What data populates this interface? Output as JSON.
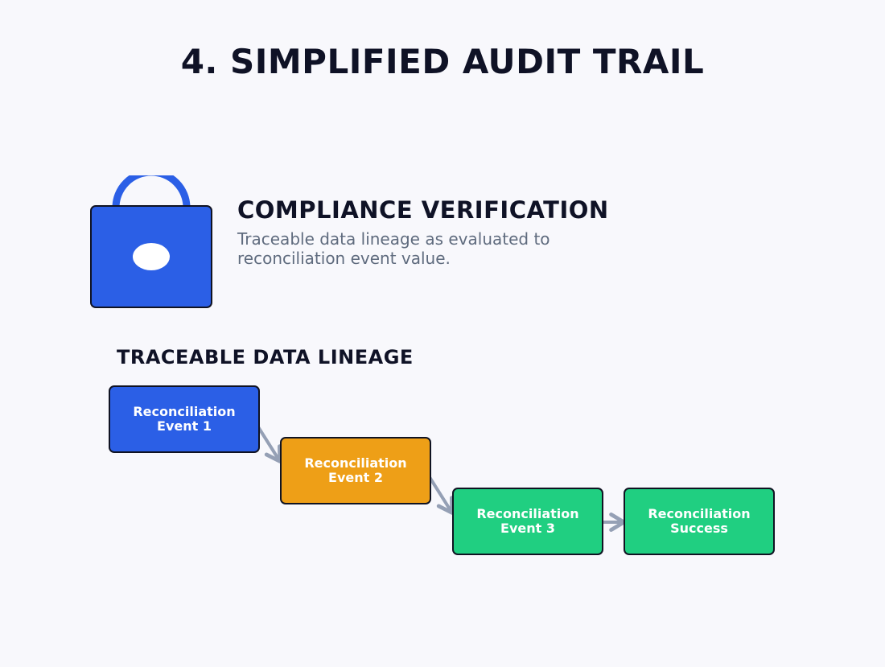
{
  "page": {
    "title": "4. SIMPLIFIED AUDIT TRAIL"
  },
  "compliance": {
    "icon": "lock-icon",
    "heading": "COMPLIANCE VERIFICATION",
    "description": "Traceable data lineage as evaluated to reconciliation event value."
  },
  "lineage": {
    "heading": "TRACEABLE DATA LINEAGE",
    "nodes": [
      {
        "label": "Reconciliation\nEvent 1",
        "color": "#2b5fe6"
      },
      {
        "label": "Reconciliation\nEvent 2",
        "color": "#ee9f17"
      },
      {
        "label": "Reconciliation\nEvent 3",
        "color": "#20cf81"
      },
      {
        "label": "Reconciliation\nSuccess",
        "color": "#20cf81"
      }
    ]
  },
  "colors": {
    "background": "#f8f8fc",
    "icon_blue": "#2b5fe6",
    "heading_text": "#0f1226",
    "description_text": "#5f6b7e",
    "arrow": "#95a0b5"
  }
}
